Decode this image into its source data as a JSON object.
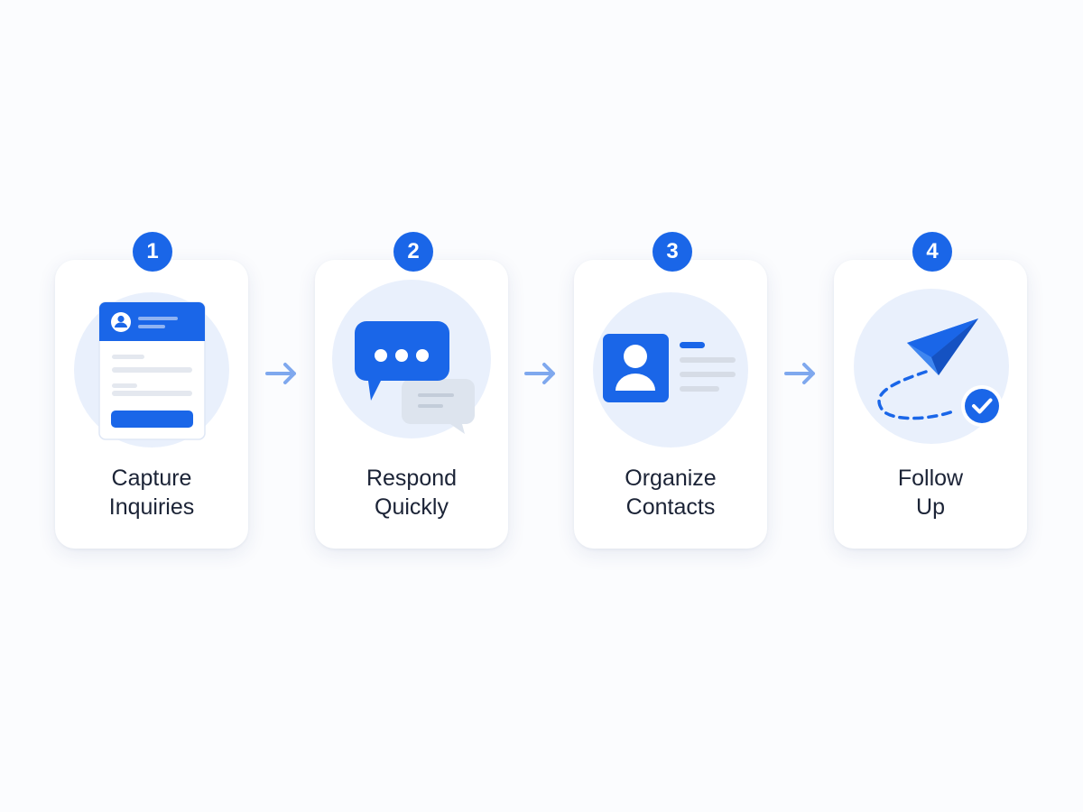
{
  "colors": {
    "accent": "#1a66e8",
    "accent_light": "#e9f0fc",
    "arrow": "#7fa8ee",
    "text": "#1b2336"
  },
  "steps": [
    {
      "number": "1",
      "line1": "Capture",
      "line2": "Inquiries",
      "icon": "inquiry-form-icon"
    },
    {
      "number": "2",
      "line1": "Respond",
      "line2": "Quickly",
      "icon": "chat-bubbles-icon"
    },
    {
      "number": "3",
      "line1": "Organize",
      "line2": "Contacts",
      "icon": "contact-card-icon"
    },
    {
      "number": "4",
      "line1": "Follow",
      "line2": "Up",
      "icon": "paper-plane-check-icon"
    }
  ],
  "connectors": [
    "arrow-right-icon",
    "arrow-right-icon",
    "arrow-right-icon"
  ]
}
